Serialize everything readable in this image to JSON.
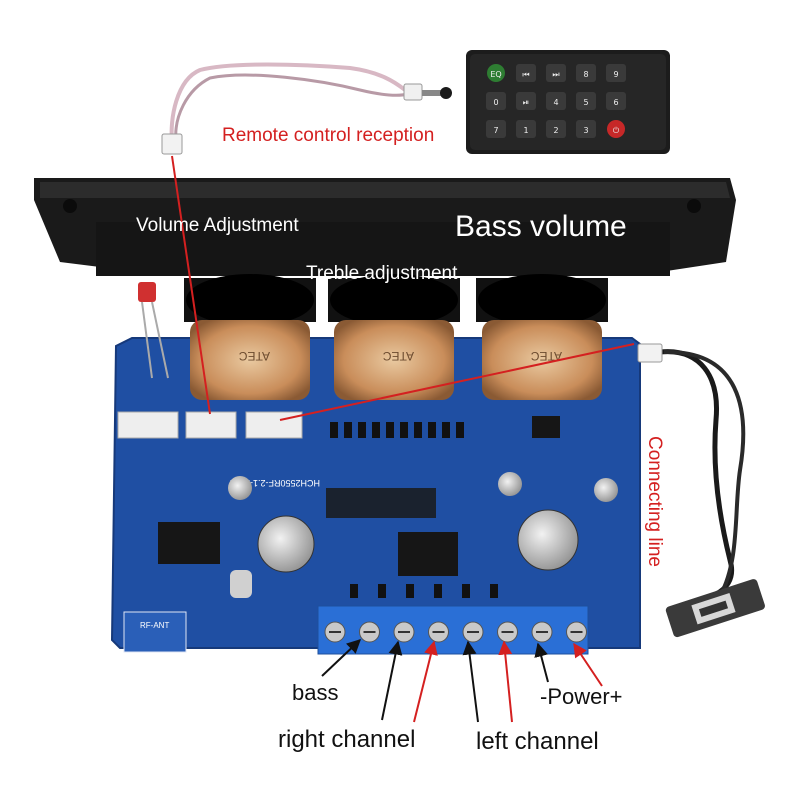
{
  "labels": {
    "remote_control": "Remote control reception",
    "volume_adjustment": "Volume Adjustment",
    "bass_volume": "Bass volume",
    "treble_adjustment": "Treble adjustment",
    "connecting_line": "Connecting line",
    "bass": "bass",
    "power": "-Power+",
    "right_channel": "right channel",
    "left_channel": "left channel"
  },
  "board": {
    "model_text": "HCH2550RF-2.1-2022",
    "antenna_text": "RF-ANT",
    "knob_text": "ATEC"
  },
  "remote": {
    "keys": [
      "EQ",
      "⏮",
      "⏭",
      "8",
      "9",
      "0",
      "⏯",
      "4",
      "5",
      "6",
      "7",
      "1",
      "2",
      "3",
      "⏻"
    ]
  },
  "colors": {
    "annotation_red": "#d42020",
    "pcb_blue": "#1f4fa3",
    "label_white": "#ffffff",
    "label_black": "#111111"
  }
}
